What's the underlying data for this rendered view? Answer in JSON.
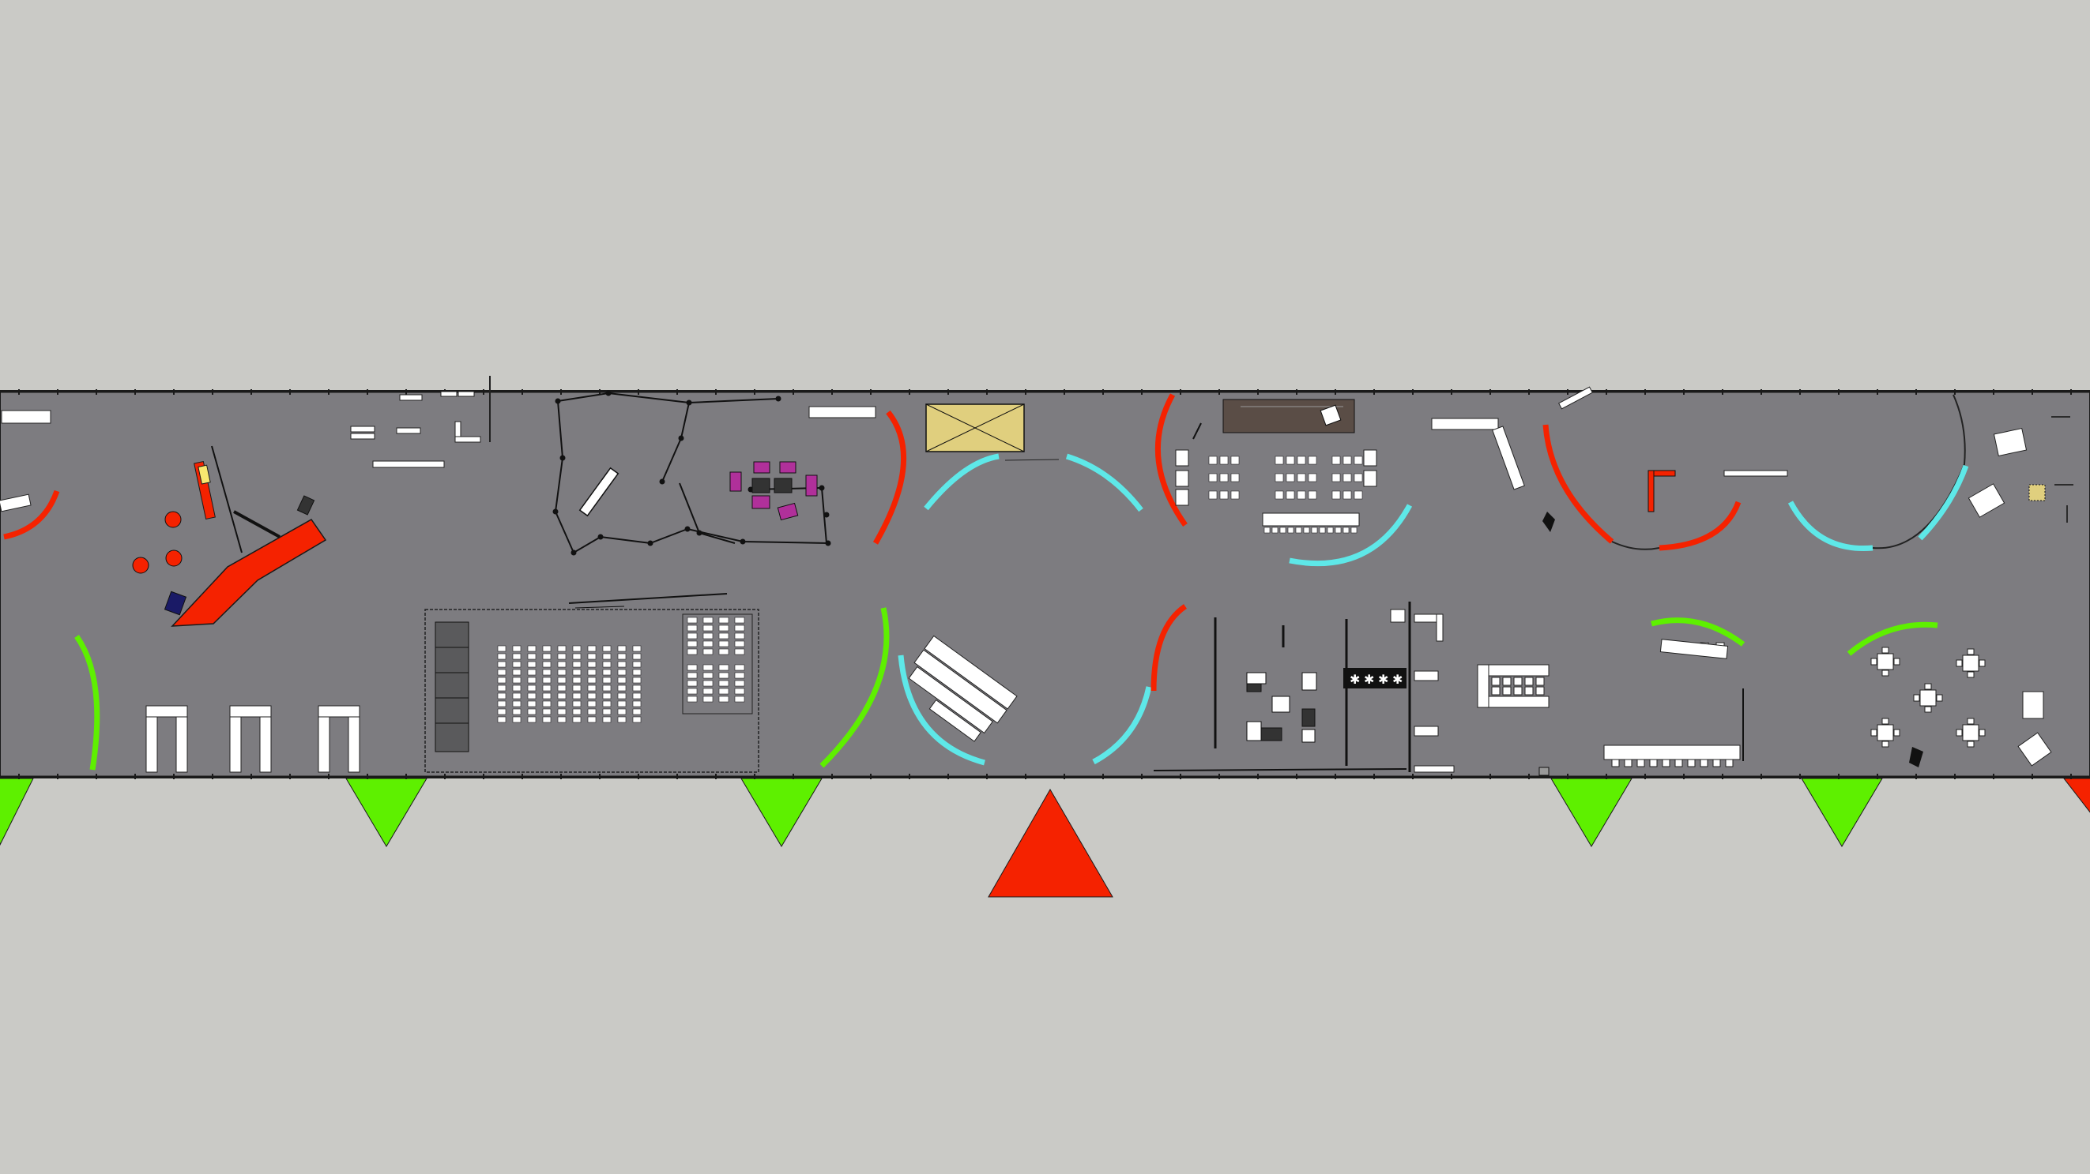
{
  "view": {
    "background": "#cacac6",
    "floor": "#7d7c80",
    "outline": "#1a1a1a"
  },
  "palette": {
    "red": "#f52200",
    "green": "#5ef000",
    "cyan": "#5ee8e8",
    "white": "#ffffff",
    "magenta": "#b0309a",
    "dark": "#333333",
    "khaki": "#e0cf7e",
    "brown": "#5a4d46",
    "navy": "#1a1a66",
    "yellow": "#f8e870"
  },
  "markers": [
    {
      "kind": "entrance-marker",
      "color": "green"
    },
    {
      "kind": "entrance-marker",
      "color": "green"
    },
    {
      "kind": "entrance-marker",
      "color": "green"
    },
    {
      "kind": "main-entrance-marker",
      "color": "red"
    },
    {
      "kind": "entrance-marker",
      "color": "green"
    },
    {
      "kind": "entrance-marker",
      "color": "green"
    },
    {
      "kind": "exit-marker",
      "color": "red"
    }
  ],
  "zones": [
    "reception-area",
    "lobby-desks",
    "theatre-seating",
    "meeting-pods",
    "lounge-seating",
    "platform-area",
    "classroom-area",
    "workshop-area",
    "cafe-tables",
    "booth-area"
  ]
}
